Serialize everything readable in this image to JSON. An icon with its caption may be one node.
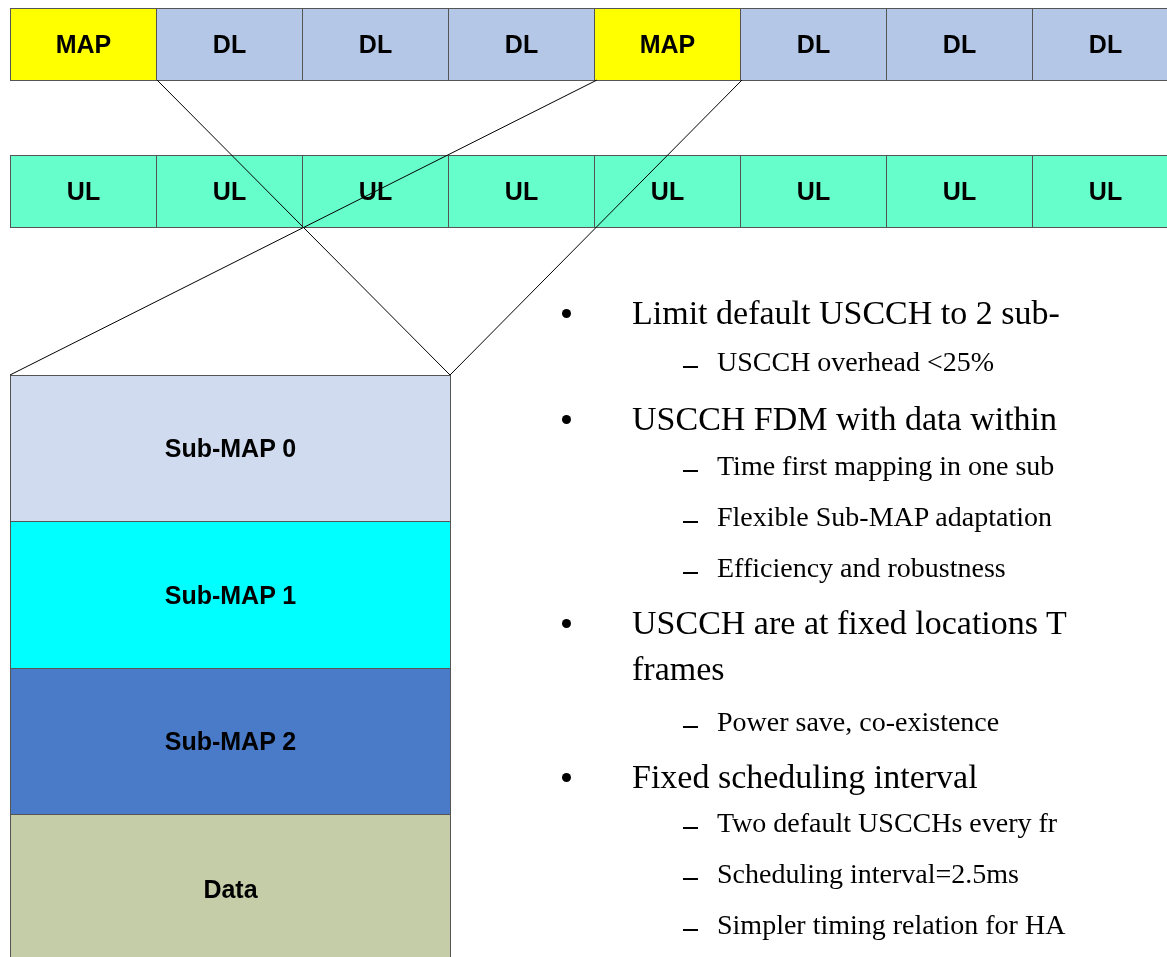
{
  "diagram": {
    "nodes": [
      {
        "text": [
          "MAP"
        ]
      },
      {
        "text": [
          "DL"
        ]
      },
      {
        "text": [
          "DL"
        ]
      },
      {
        "text": [
          "DL"
        ]
      },
      {
        "text": [
          "MAP"
        ]
      },
      {
        "text": [
          "DL"
        ]
      },
      {
        "text": [
          "DL"
        ]
      },
      {
        "text": [
          "DL"
        ]
      },
      {
        "text": [
          "UL"
        ]
      },
      {
        "text": [
          "UL"
        ]
      },
      {
        "text": [
          "UL"
        ]
      },
      {
        "text": [
          "UL"
        ]
      },
      {
        "text": [
          "UL"
        ]
      },
      {
        "text": [
          "UL"
        ]
      },
      {
        "text": [
          "UL"
        ]
      },
      {
        "text": [
          "UL"
        ]
      },
      {
        "text": [
          "Sub-MAP 0"
        ]
      },
      {
        "text": [
          "Sub-MAP 1"
        ]
      },
      {
        "text": [
          "Sub-MAP 2"
        ]
      },
      {
        "text": [
          "Data"
        ]
      }
    ],
    "labels": [
      "Limit default USCCH to 2 sub-",
      "USCCH overhead <25%",
      "USCCH FDM with data within",
      "Time first mapping in one sub",
      "Flexible Sub-MAP adaptation",
      "Efficiency and robustness",
      "USCCH are at fixed locations T frames",
      "Power save, co-existence",
      "Fixed scheduling interval",
      "Two default USCCHs every fr",
      "Scheduling interval=2.5ms",
      "Simpler timing relation for HA"
    ]
  }
}
